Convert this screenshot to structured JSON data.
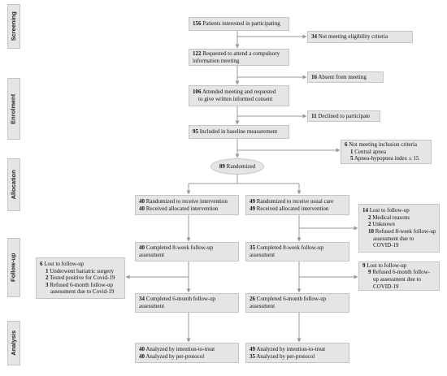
{
  "stages": {
    "screening": "Screening",
    "enrolment": "Enrolment",
    "allocation": "Allocation",
    "follow_up": "Follow-up",
    "analysis": "Analysis"
  },
  "screening": {
    "interested": {
      "n": "156",
      "text": "Patients interested in participating"
    },
    "not_eligible": {
      "n": "34",
      "text": "Not meeting eligibility criteria"
    },
    "requested_meeting": {
      "n": "122",
      "text": "Requested to attend a compulsory",
      "text2": "information meeting"
    },
    "absent": {
      "n": "16",
      "text": "Absent from meeting"
    }
  },
  "enrolment": {
    "attended": {
      "n": "106",
      "text": "Attended meeting and requested",
      "text2": "to give written informed consent"
    },
    "declined": {
      "n": "11",
      "text": "Declined to participate"
    },
    "baseline": {
      "n": "95",
      "text": "Included in baseline measurement"
    },
    "exclusion": {
      "n": "6",
      "text": "Not meeting inclusion criteria",
      "items": [
        {
          "n": "1",
          "text": "Central apnea"
        },
        {
          "n": "5",
          "text": "Apnea-hypopnea  index ≤ 15"
        }
      ]
    }
  },
  "allocation": {
    "randomized": {
      "n": "89",
      "text": "Randomized"
    },
    "intervention": [
      {
        "n": "40",
        "text": "Randomized to receive intervention"
      },
      {
        "n": "40",
        "text": "Received allocated intervention"
      }
    ],
    "usual_care": [
      {
        "n": "49",
        "text": "Randomized to receive usual care"
      },
      {
        "n": "49",
        "text": "Received allocated intervention"
      }
    ]
  },
  "follow_up": {
    "right_lost_8wk": {
      "n": "14",
      "text": "Lost to follow-up",
      "items": [
        {
          "n": "2",
          "text": "Medical reasons"
        },
        {
          "n": "2",
          "text": "Unknown"
        },
        {
          "n": "10",
          "text": "Refused 8-week follow-up",
          "text2": "assessment due to",
          "text3": "COVID-19"
        }
      ]
    },
    "left_8wk": {
      "n": "40",
      "text": "Completed 8-week follow-up",
      "text2": "assessment"
    },
    "right_8wk": {
      "n": "35",
      "text": "Completed 8-week follow-up",
      "text2": "assessment"
    },
    "left_lost": {
      "n": "6",
      "text": "Lost to follow-up",
      "items": [
        {
          "n": "1",
          "text": "Underwent bariatric surgery"
        },
        {
          "n": "2",
          "text": "Tested positive for Covid-19"
        },
        {
          "n": "3",
          "text": "Refused 6-month follow-up",
          "text2": "assessment  due to Covid-19"
        }
      ]
    },
    "right_lost_6m": {
      "n": "9",
      "text": "Lost to follow-up",
      "items": [
        {
          "n": "9",
          "text": "Refused 6-month follow-",
          "text2": "up assessment due to",
          "text3": "COVID-19"
        }
      ]
    },
    "left_6m": {
      "n": "34",
      "text": "Completed 6-month follow-up",
      "text2": "assessment"
    },
    "right_6m": {
      "n": "26",
      "text": "Completed 6-month follow-up",
      "text2": "assessment"
    }
  },
  "analysis": {
    "left": [
      {
        "n": "40",
        "text": "Analyzed by intention-to-treat"
      },
      {
        "n": "40",
        "text": "Analyzed by per-protocol"
      }
    ],
    "right": [
      {
        "n": "49",
        "text": "Analyzed by intention-to-treat"
      },
      {
        "n": "35",
        "text": "Analyzed by per-protocol"
      }
    ]
  }
}
